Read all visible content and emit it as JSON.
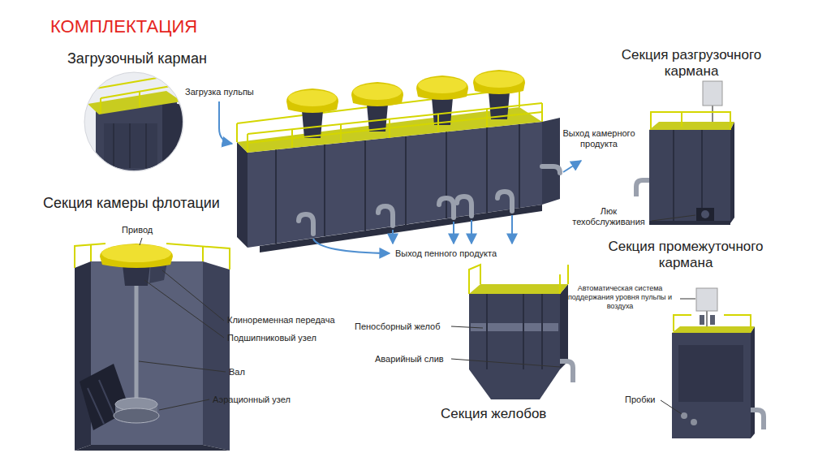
{
  "diagram": {
    "title": "КОМПЛЕКТАЦИЯ",
    "labels": [
      "Загрузочный карман",
      "Загрузка пульпы",
      "Секция разгрузочного кармана",
      "Выход камерного продукта",
      "Секция камеры флотации",
      "Привод",
      "Люк техобслуживания",
      "Секция промежуточного кармана",
      "Выход пенного продукта",
      "Клиноременная передача",
      "Подшипниковый узел",
      "Пеносборный желоб",
      "Автоматическая система поддержания уровня пульпы и воздуха",
      "Аварийный слив",
      "Вал",
      "Аэрационный узел",
      "Пробки",
      "Секция желобов"
    ]
  }
}
